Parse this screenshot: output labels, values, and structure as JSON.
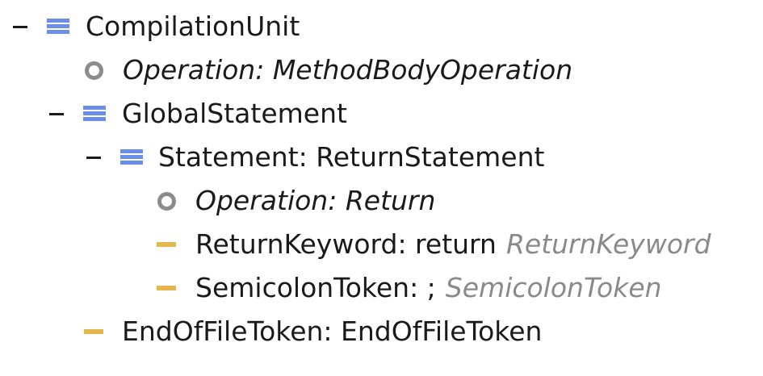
{
  "tree": {
    "compilation_unit": {
      "label": "CompilationUnit"
    },
    "operation_method_body": {
      "label": "Operation: MethodBodyOperation"
    },
    "global_statement": {
      "label": "GlobalStatement"
    },
    "return_statement": {
      "label": "Statement: ReturnStatement"
    },
    "operation_return": {
      "label": "Operation: Return"
    },
    "return_keyword": {
      "label": "ReturnKeyword: return",
      "type": "ReturnKeyword"
    },
    "semicolon_token": {
      "label": "SemicolonToken: ;",
      "type": "SemicolonToken"
    },
    "end_of_file_token": {
      "label": "EndOfFileToken: EndOfFileToken"
    }
  },
  "icons": {
    "node": "list-icon",
    "operation": "circle-icon",
    "token": "dash-icon"
  },
  "colors": {
    "node_icon": "#6b8fe6",
    "operation_icon": "#8c8c8c",
    "token_icon": "#e4b84f",
    "type_hint": "#8a8a8a",
    "text": "#1a1a1a"
  }
}
